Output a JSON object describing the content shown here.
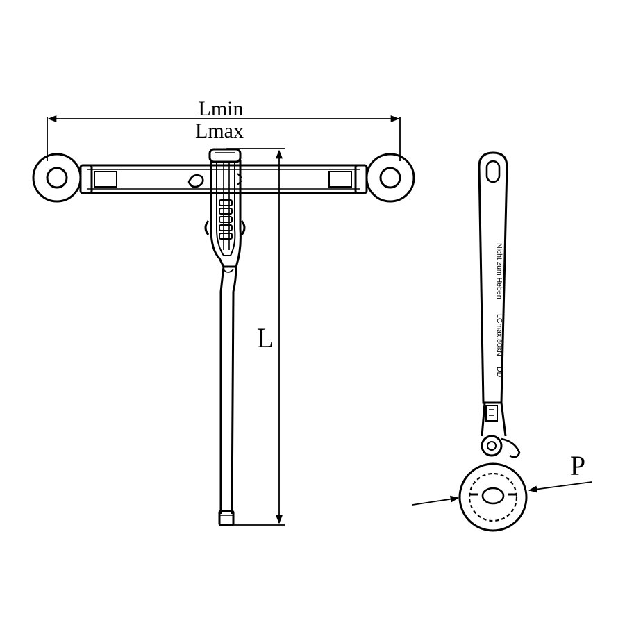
{
  "labels": {
    "lmin": "Lmin",
    "lmax": "Lmax",
    "length": "L",
    "p": "P"
  },
  "handle_markings": {
    "warning": "Nicht zum Heben",
    "capacity": "LCmax.50kN",
    "code": "DD"
  },
  "colors": {
    "line": "#000000",
    "background": "#ffffff"
  }
}
